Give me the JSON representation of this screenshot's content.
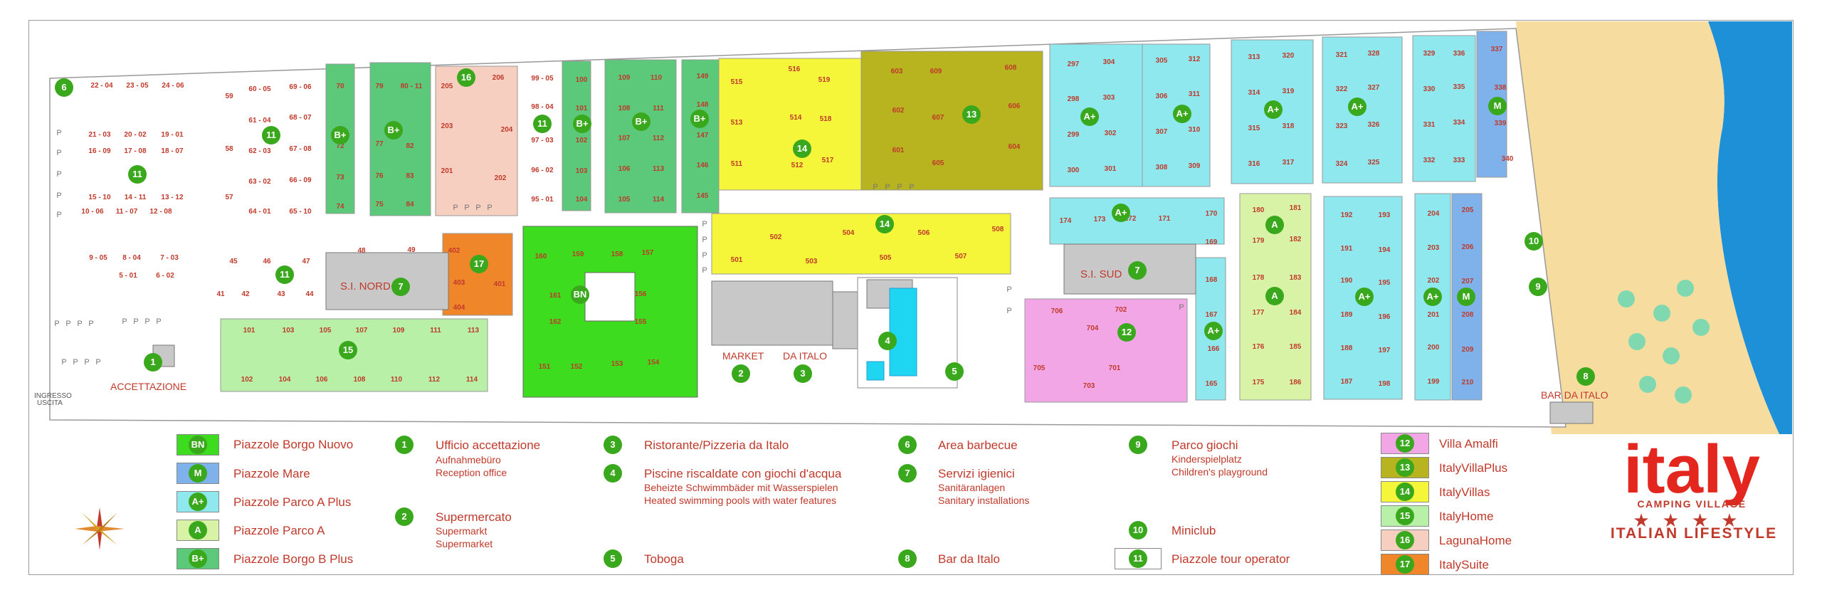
{
  "map": {
    "labels": {
      "accettazione": "ACCETTAZIONE",
      "ingresso": "INGRESSO",
      "uscita": "USCITA",
      "si_nord": "S.I. NORD",
      "si_sud": "S.I. SUD",
      "market": "MARKET",
      "da_italo": "DA ITALO",
      "bar_da_italo": "BAR DA ITALO"
    },
    "colors": {
      "borgo_nuovo": "#3ddc1e",
      "mare": "#7fb2ea",
      "parco_a_plus": "#8ee8ee",
      "parco_a": "#d9f3a6",
      "borgo_b_plus": "#5cc87a",
      "villa_amalfi": "#f3a6e6",
      "italy_villa_plus": "#b7b41f",
      "italy_villas": "#f5f53a",
      "italy_home": "#b7f0a6",
      "laguna_home": "#f6cfc0",
      "italy_suite": "#f0862a",
      "sand": "#f7dca0",
      "sea": "#1e90d8",
      "badge": "#3aa81c",
      "text_red": "#c0392b"
    }
  },
  "legend": {
    "categories": [
      {
        "badge": "BN",
        "label": "Piazzole Borgo Nuovo"
      },
      {
        "badge": "M",
        "label": "Piazzole Mare"
      },
      {
        "badge": "A+",
        "label": "Piazzole Parco A Plus"
      },
      {
        "badge": "A",
        "label": "Piazzole Parco A"
      },
      {
        "badge": "B+",
        "label": "Piazzole Borgo B Plus"
      }
    ],
    "services": [
      {
        "num": "1",
        "title": "Ufficio accettazione",
        "sub1": "Aufnahmebüro",
        "sub2": "Reception office"
      },
      {
        "num": "2",
        "title": "Supermercato",
        "sub1": "Supermarkt",
        "sub2": "Supermarket"
      },
      {
        "num": "3",
        "title": "Ristorante/Pizzeria da Italo",
        "sub1": "",
        "sub2": ""
      },
      {
        "num": "4",
        "title": "Piscine riscaldate con giochi d'acqua",
        "sub1": "Beheizte Schwimmbäder mit Wasserspielen",
        "sub2": "Heated swimming pools with water features"
      },
      {
        "num": "5",
        "title": "Toboga",
        "sub1": "",
        "sub2": ""
      },
      {
        "num": "6",
        "title": "Area barbecue",
        "sub1": "",
        "sub2": ""
      },
      {
        "num": "7",
        "title": "Servizi igienici",
        "sub1": "Sanitäranlagen",
        "sub2": "Sanitary installations"
      },
      {
        "num": "8",
        "title": "Bar da Italo",
        "sub1": "",
        "sub2": ""
      },
      {
        "num": "9",
        "title": "Parco giochi",
        "sub1": "Kinderspielplatz",
        "sub2": "Children's playground"
      },
      {
        "num": "10",
        "title": "Miniclub",
        "sub1": "",
        "sub2": ""
      },
      {
        "num": "11",
        "title": "Piazzole tour operator",
        "sub1": "",
        "sub2": ""
      }
    ],
    "accommodations": [
      {
        "num": "12",
        "label": "Villa Amalfi"
      },
      {
        "num": "13",
        "label": "ItalyVillaPlus"
      },
      {
        "num": "14",
        "label": "ItalyVillas"
      },
      {
        "num": "15",
        "label": "ItalyHome"
      },
      {
        "num": "16",
        "label": "LagunaHome"
      },
      {
        "num": "17",
        "label": "ItalySuite"
      }
    ]
  },
  "brand": {
    "name": "italy",
    "subtitle_small": "CAMPING VILLAGE",
    "stars": "★★★★",
    "tagline": "ITALIAN LIFESTYLE"
  }
}
